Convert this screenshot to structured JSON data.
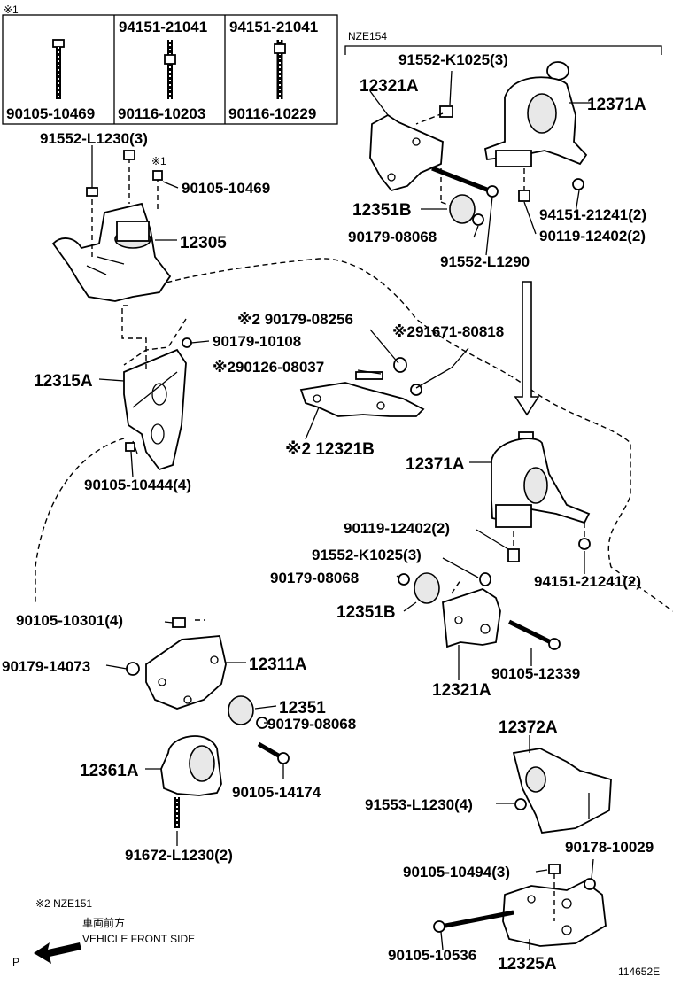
{
  "legend_box": {
    "note_mark": "※1",
    "col1": {
      "top": "",
      "bottom": "90105-10469"
    },
    "col2": {
      "top": "94151-21041",
      "bottom": "90116-10203"
    },
    "col3": {
      "top": "94151-21041",
      "bottom": "90116-10229"
    }
  },
  "variant_label": "NZE154",
  "labels": {
    "l_91552_L1230": "91552-L1230(3)",
    "l_note1": "※1",
    "l_90105_10469": "90105-10469",
    "l_12305": "12305",
    "l_91552_K1025_top": "91552-K1025(3)",
    "l_12321A_top": "12321A",
    "l_12371A_top": "12371A",
    "l_12351B_top": "12351B",
    "l_90179_08068_top": "90179-08068",
    "l_94151_21241_top": "94151-21241(2)",
    "l_90119_12402_top": "90119-12402(2)",
    "l_91552_L1290": "91552-L1290",
    "l_90179_08256": "※2 90179-08256",
    "l_90179_10108": "90179-10108",
    "l_91671_80818": "※291671-80818",
    "l_90126_08037": "※290126-08037",
    "l_12315A": "12315A",
    "l_12321B": "※2 12321B",
    "l_90105_10444": "90105-10444(4)",
    "l_12371A_mid": "12371A",
    "l_90119_12402_mid": "90119-12402(2)",
    "l_91552_K1025_mid": "91552-K1025(3)",
    "l_90179_08068_mid": "90179-08068",
    "l_94151_21241_mid": "94151-21241(2)",
    "l_12351B_mid": "12351B",
    "l_90105_10301": "90105-10301(4)",
    "l_90105_12339": "90105-12339",
    "l_12321A_mid": "12321A",
    "l_90179_14073": "90179-14073",
    "l_12311A": "12311A",
    "l_12351": "12351",
    "l_90179_08068_low": "90179-08068",
    "l_12361A": "12361A",
    "l_90105_14174": "90105-14174",
    "l_12372A": "12372A",
    "l_91553_L1230": "91553-L1230(4)",
    "l_91672_L1230": "91672-L1230(2)",
    "l_90178_10029": "90178-10029",
    "l_90105_10494": "90105-10494(3)",
    "l_90105_10536": "90105-10536",
    "l_12325A": "12325A"
  },
  "footer": {
    "note2": "※2 NZE151",
    "front_jp": "車両前方",
    "front_en": "VEHICLE FRONT SIDE",
    "arrow_letter": "P",
    "illustration_id": "114652E"
  }
}
